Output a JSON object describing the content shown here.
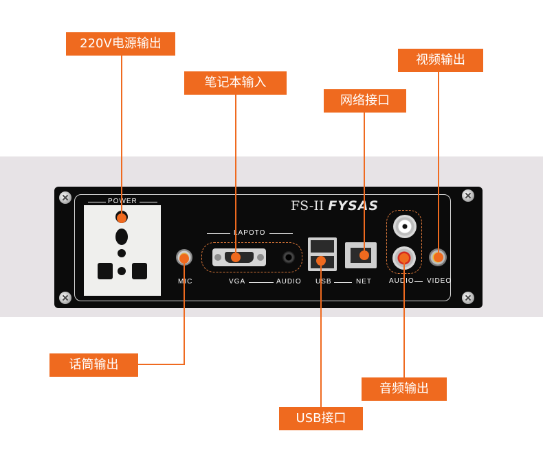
{
  "callouts": {
    "power_out": "220V电源输出",
    "laptop_in": "笔记本输入",
    "network": "网络接口",
    "video_out": "视频输出",
    "mic_out": "话筒输出",
    "audio_out": "音频输出",
    "usb_port": "USB接口"
  },
  "panel": {
    "brand_model": "FS-II",
    "brand_name": "FYSAS",
    "power_label": "POWER",
    "lapoto_label": "LAPOTO",
    "mic_label": "MIC",
    "vga_label": "VGA",
    "audio_label_laptop": "AUDIO",
    "usb_label": "USB",
    "net_label": "NET",
    "audio_label_rca": "AUDIO",
    "video_label": "VIDEO"
  },
  "colors": {
    "accent": "#ef6a1f",
    "panel": "#0b0b0b",
    "background_strip": "#e7e3e6",
    "dashed_outline": "#e07a3a"
  }
}
